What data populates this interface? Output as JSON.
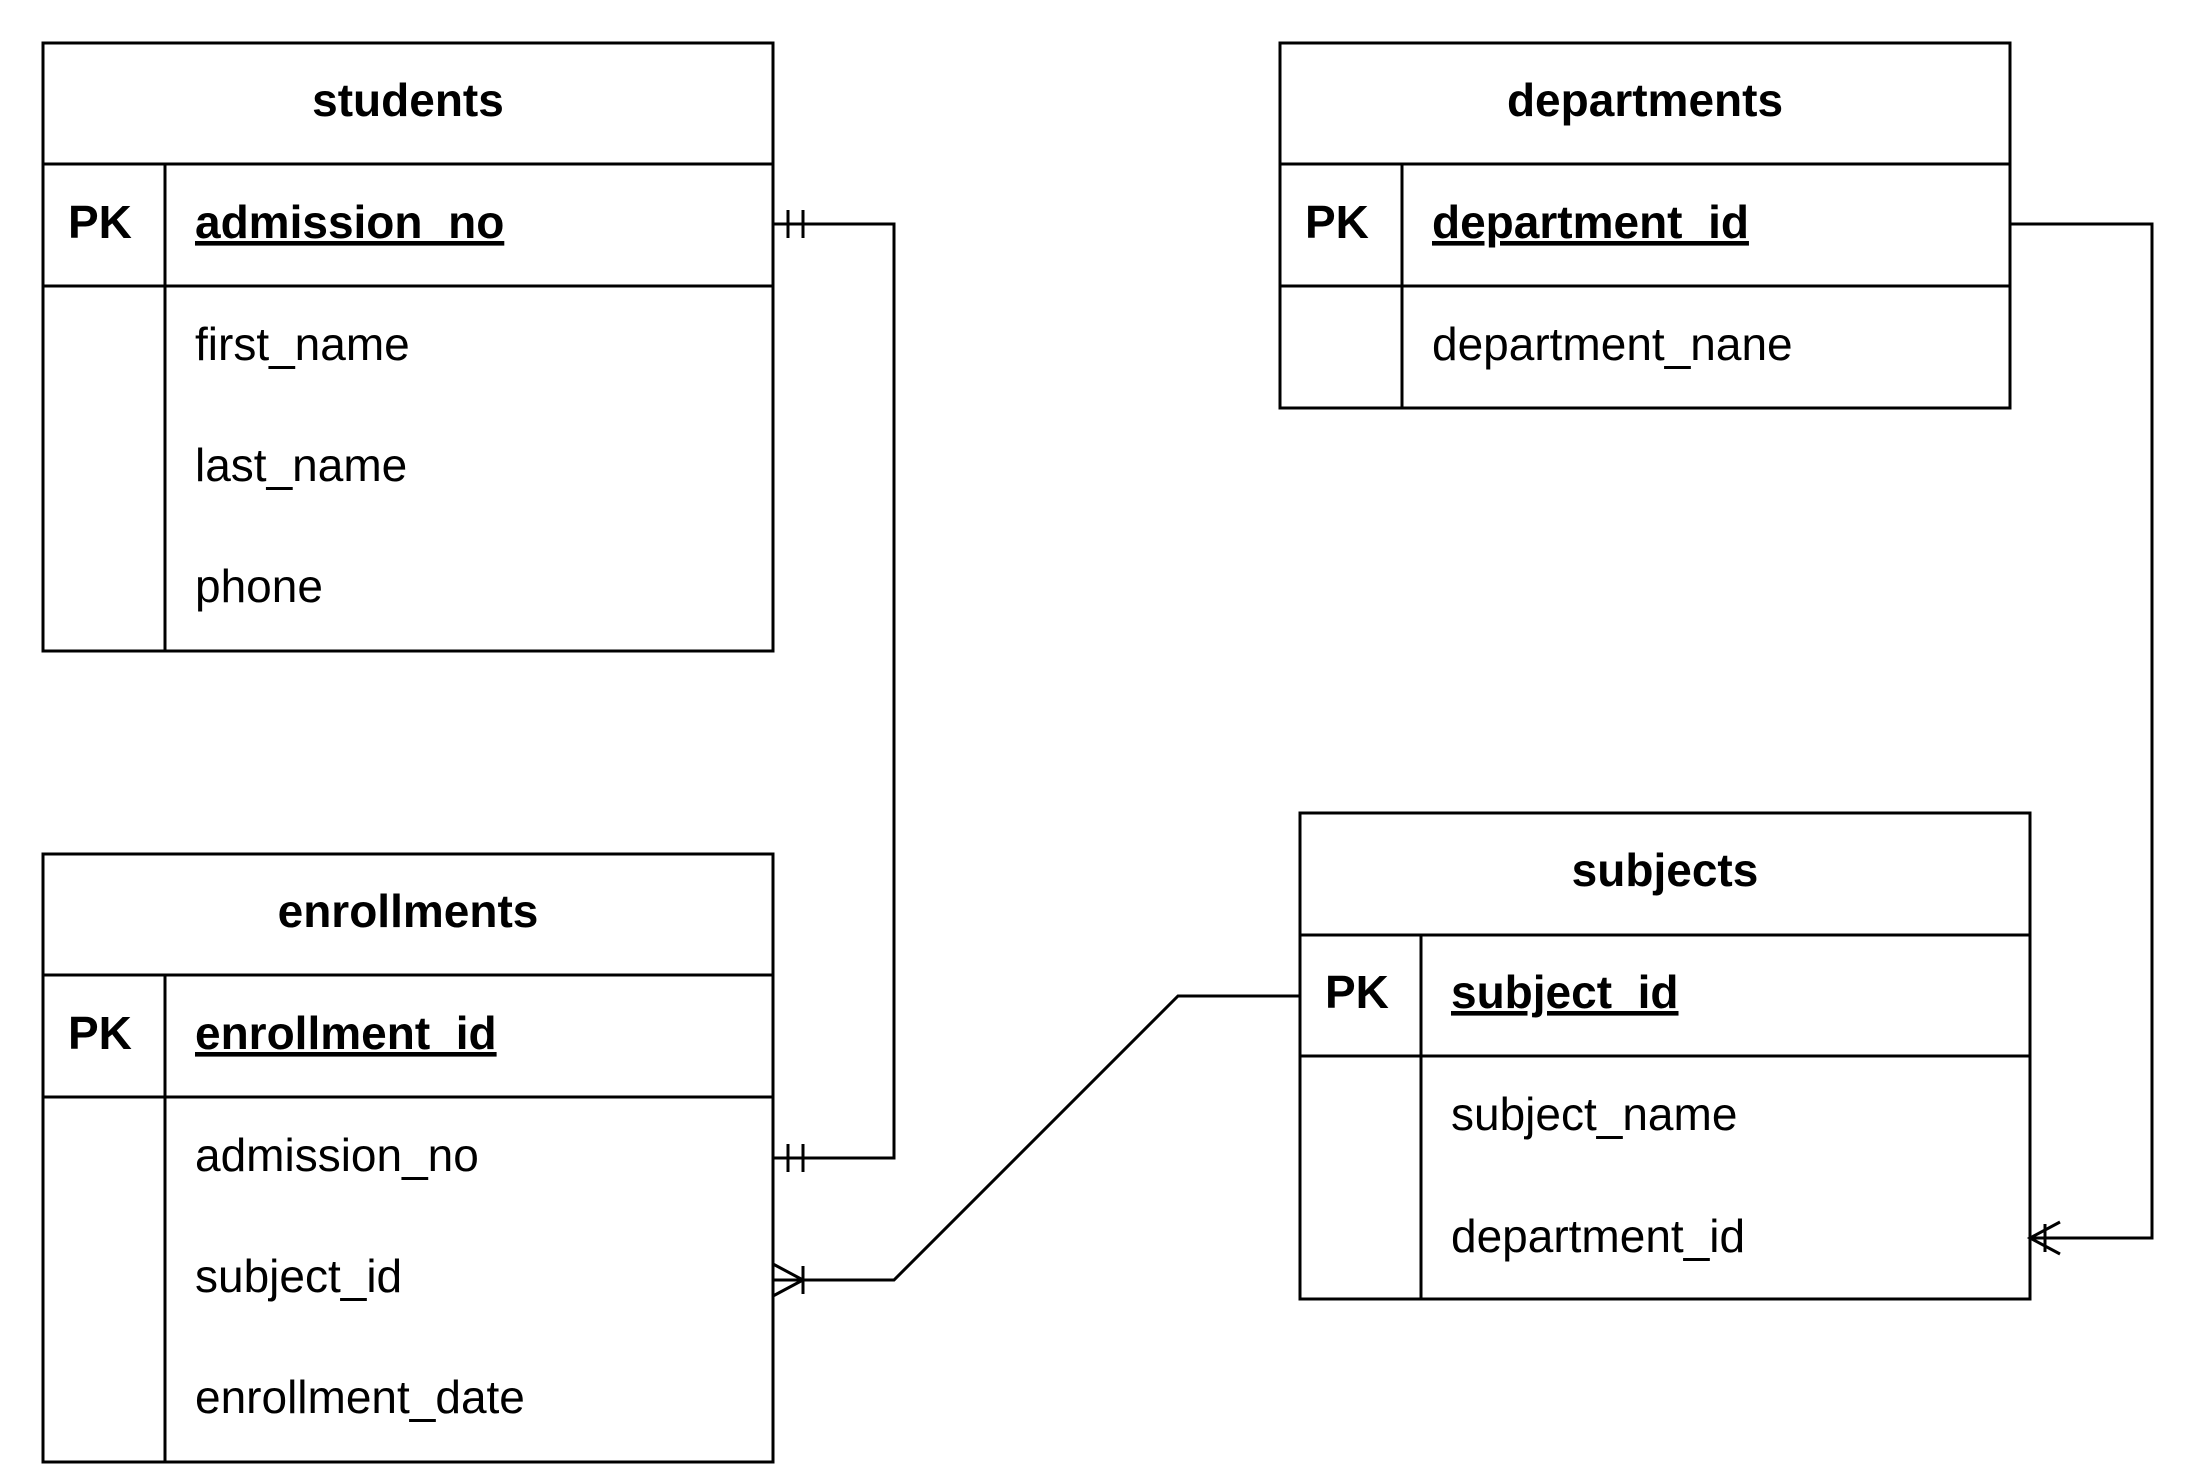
{
  "entities": {
    "students": {
      "title": "students",
      "pk_label": "PK",
      "pk_field": "admission_no",
      "fields": [
        "first_name",
        "last_name",
        "phone"
      ]
    },
    "departments": {
      "title": "departments",
      "pk_label": "PK",
      "pk_field": "department_id",
      "fields": [
        "department_nane"
      ]
    },
    "enrollments": {
      "title": "enrollments",
      "pk_label": "PK",
      "pk_field": "enrollment_id",
      "fields": [
        "admission_no",
        "subject_id",
        "enrollment_date"
      ]
    },
    "subjects": {
      "title": "subjects",
      "pk_label": "PK",
      "pk_field": "subject_id",
      "fields": [
        "subject_name",
        "department_id"
      ]
    }
  },
  "relationships": [
    {
      "from": "students.admission_no",
      "to": "enrollments.admission_no",
      "from_end": "one-and-only-one",
      "to_end": "one-and-only-one"
    },
    {
      "from": "subjects.subject_id",
      "to": "enrollments.subject_id",
      "from_end": "none",
      "to_end": "one-or-many"
    },
    {
      "from": "departments.department_id",
      "to": "subjects.department_id",
      "from_end": "none",
      "to_end": "one-or-many"
    }
  ]
}
